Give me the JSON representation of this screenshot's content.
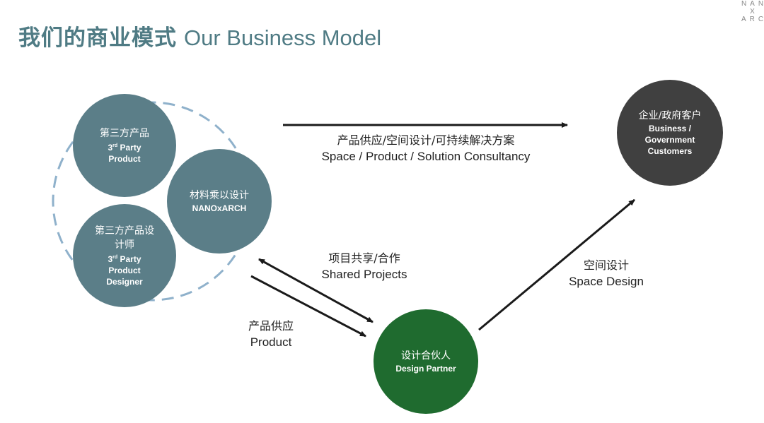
{
  "title": {
    "zh": "我们的商业模式",
    "en": "Our Business Model"
  },
  "logo": {
    "line1": "NAN",
    "line2": "X",
    "line3": "ARC"
  },
  "colors": {
    "teal_node": "#5b7e88",
    "dark_node": "#404040",
    "green_node": "#1f6b2f",
    "dashed_ring": "#8fb1cb",
    "arrow": "#1a1a1a",
    "title": "#4f7b84"
  },
  "nodes": {
    "third_party_product": {
      "zh": "第三方产品",
      "en_sup_prefix": "3",
      "en_sup": "rd",
      "en_line1_rest": " Party",
      "en_line2": "Product"
    },
    "nanoxarch": {
      "zh": "材料乘以设计",
      "en": "NANOxARCH"
    },
    "third_party_designer": {
      "zh_line1": "第三方产品设",
      "zh_line2": "计师",
      "en_sup_prefix": "3",
      "en_sup": "rd",
      "en_line1_rest": " Party",
      "en_line2": "Product",
      "en_line3": "Designer"
    },
    "business_customers": {
      "zh": "企业/政府客户",
      "en_line1": "Business /",
      "en_line2": "Government",
      "en_line3": "Customers"
    },
    "design_partner": {
      "zh": "设计合伙人",
      "en": "Design Partner"
    }
  },
  "edges": {
    "to_customers": {
      "zh": "产品供应/空间设计/可持续解决方案",
      "en": "Space / Product / Solution Consultancy"
    },
    "shared_projects": {
      "zh": "项目共享/合作",
      "en": "Shared Projects"
    },
    "product": {
      "zh": "产品供应",
      "en": "Product"
    },
    "space_design": {
      "zh": "空间设计",
      "en": "Space Design"
    }
  }
}
